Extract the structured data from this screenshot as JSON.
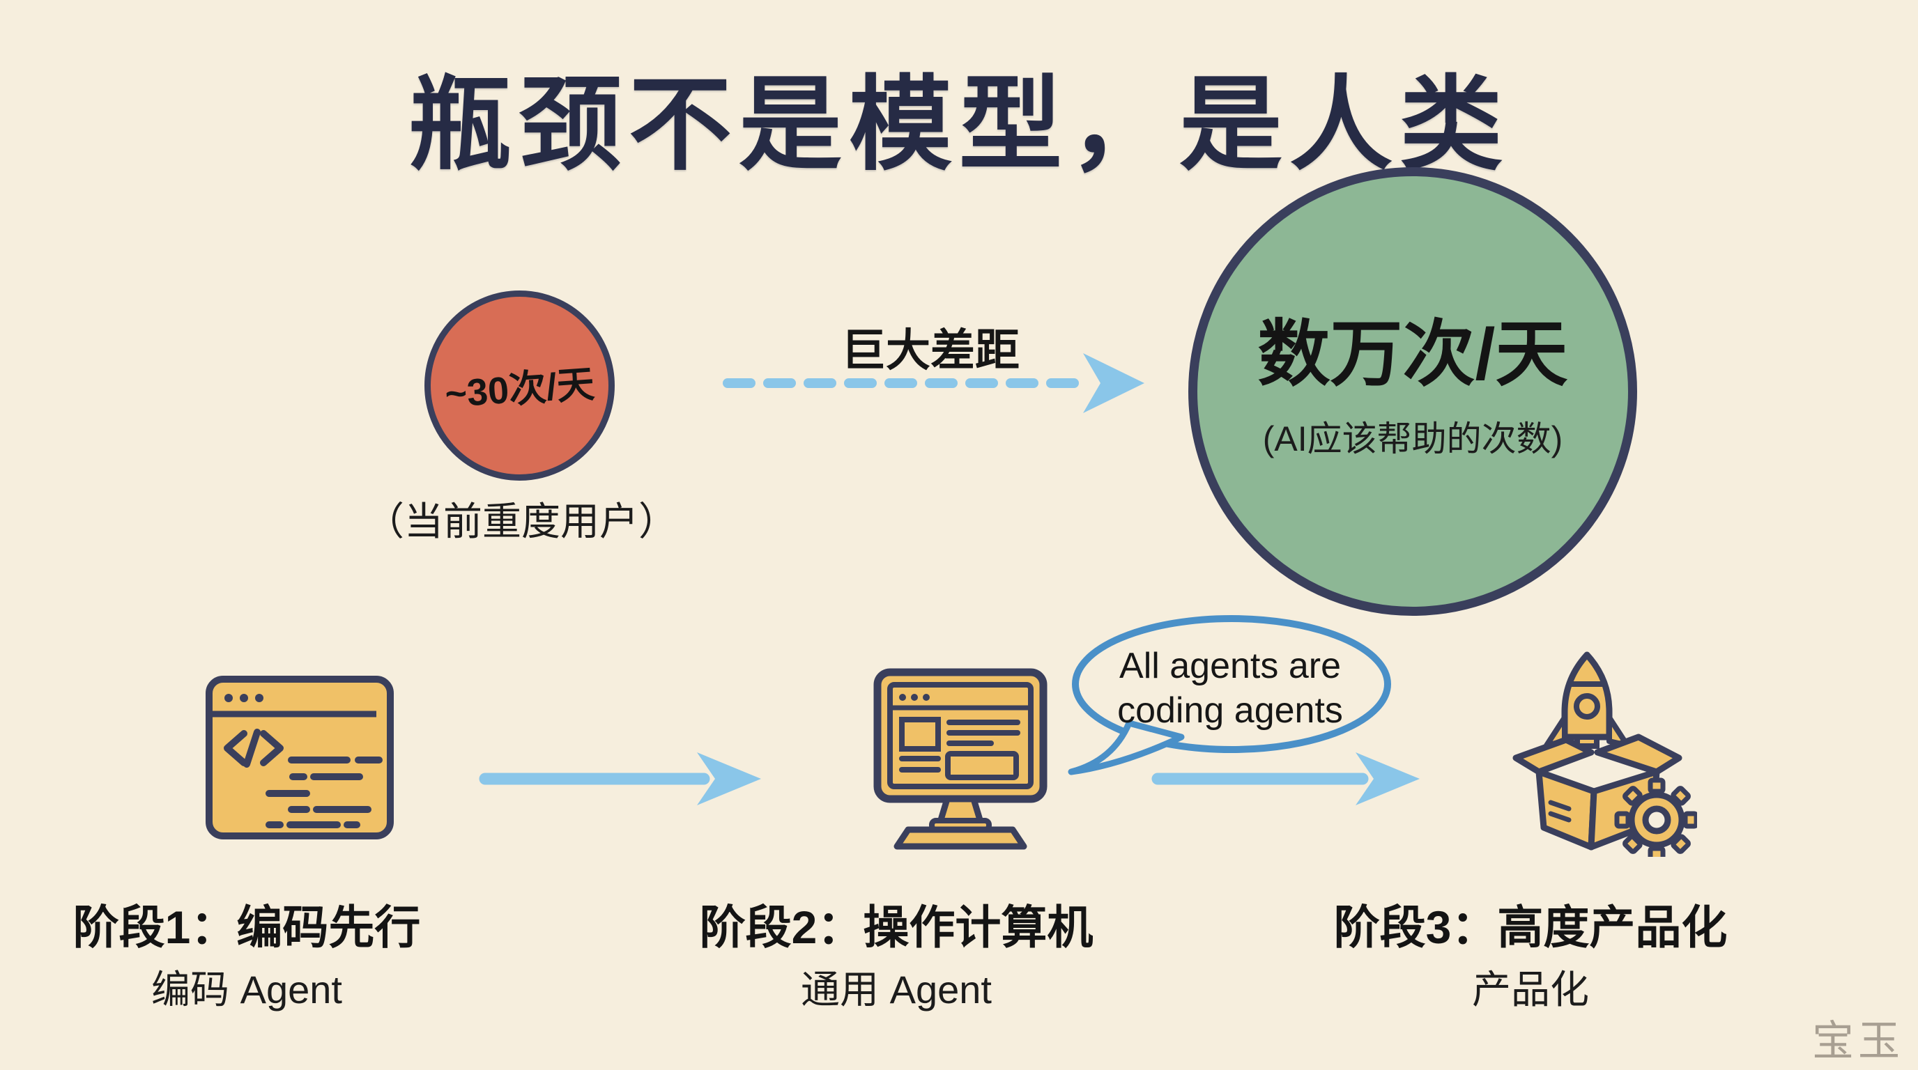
{
  "title": "瓶颈不是模型，是人类",
  "comparison": {
    "current": {
      "value": "~30次/天",
      "caption": "（当前重度用户）",
      "circle_color": "#d86d55"
    },
    "gap_label": "巨大差距",
    "target": {
      "value": "数万次/天",
      "caption": "(AI应该帮助的次数)",
      "circle_color": "#8db795"
    }
  },
  "speech_bubble": {
    "lines": [
      "All agents are",
      "coding agents"
    ]
  },
  "stages": [
    {
      "title": "阶段1：编码先行",
      "subtitle": "编码 Agent",
      "icon": "code-editor-icon"
    },
    {
      "title": "阶段2：操作计算机",
      "subtitle": "通用 Agent",
      "icon": "computer-monitor-icon"
    },
    {
      "title": "阶段3：高度产品化",
      "subtitle": "产品化",
      "icon": "rocket-box-gear-icon"
    }
  ],
  "watermark": "宝玉",
  "colors": {
    "background": "#f6eedd",
    "ink_outline": "#3a3f5c",
    "title_ink": "#262b45",
    "red_circle": "#d86d55",
    "green_circle": "#8db795",
    "icon_yellow": "#f0c167",
    "arrow_blue": "#8ac6e9",
    "bubble_blue": "#4a90c8",
    "text_black": "#1c1c1c",
    "watermark_gray": "#a89f92"
  }
}
